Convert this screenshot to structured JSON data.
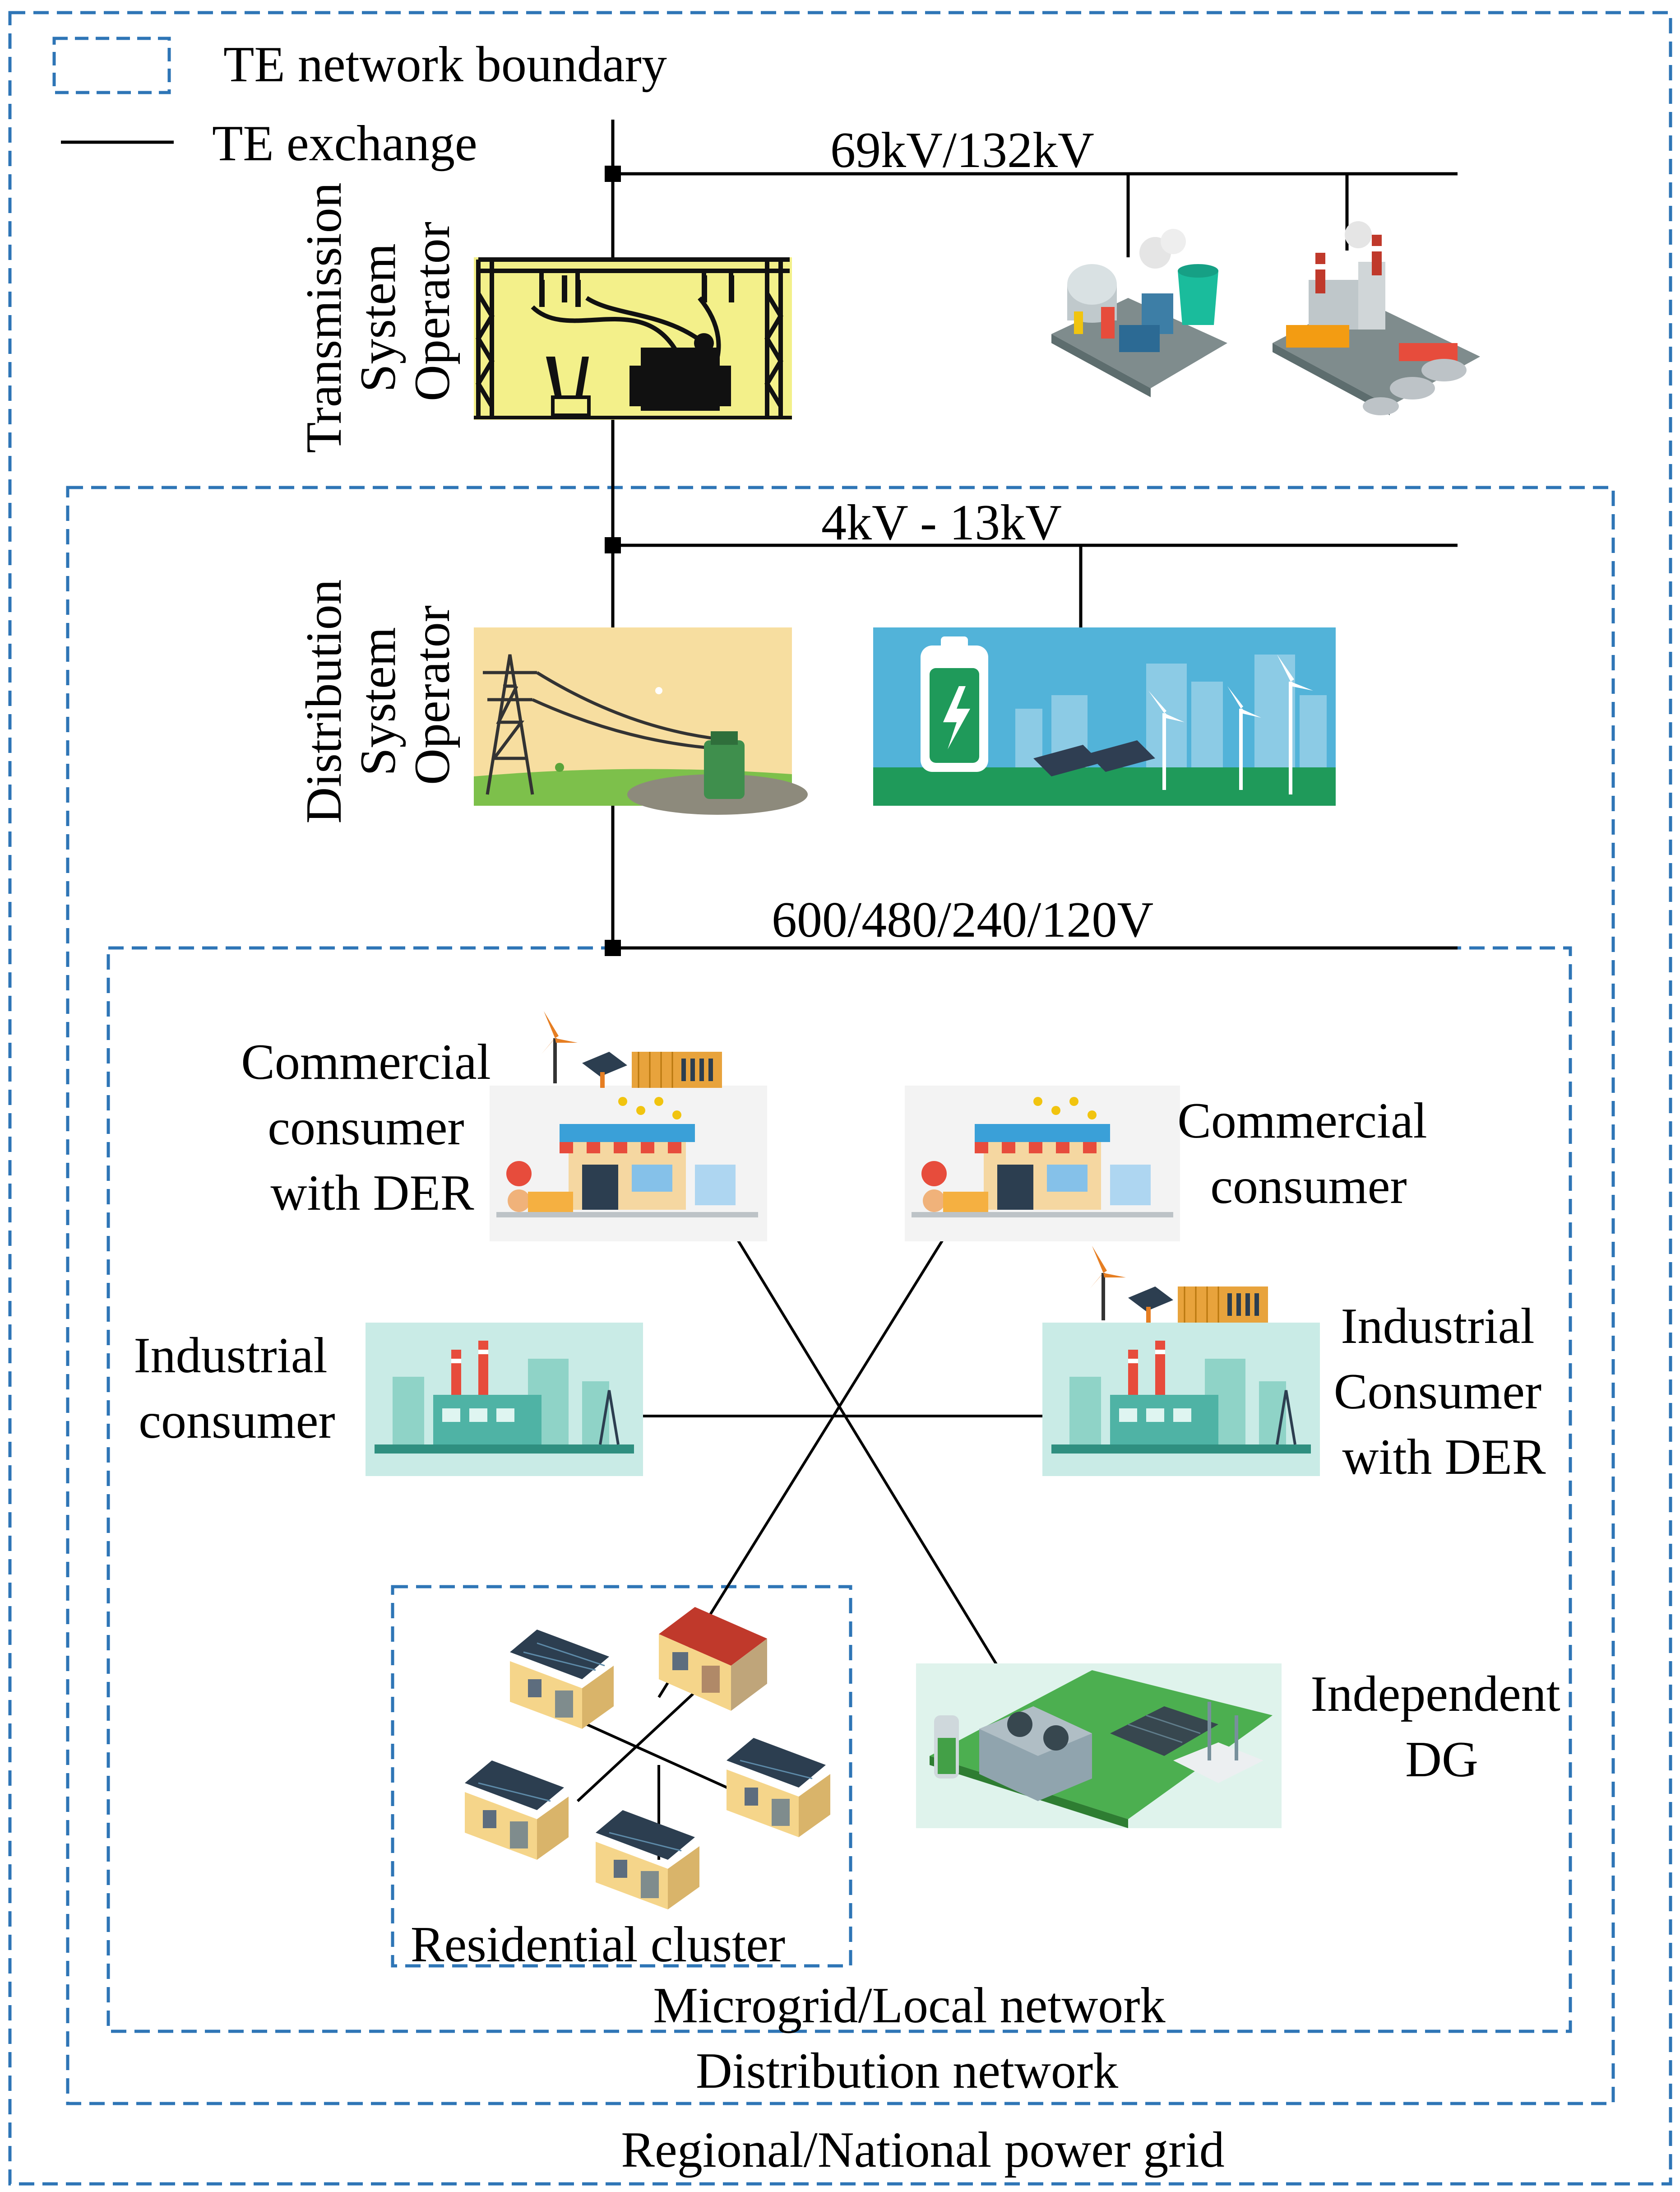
{
  "legend": {
    "boundary_label": "TE network boundary",
    "exchange_label": "TE exchange"
  },
  "voltages": {
    "transmission": "69kV/132kV",
    "distribution": "4kV - 13kV",
    "low_voltage": "600/480/240/120V"
  },
  "operators": {
    "tso": [
      "Transmission",
      "System",
      "Operator"
    ],
    "dso": [
      "Distribution",
      "System",
      "Operator"
    ]
  },
  "nodes": {
    "commercial_der": [
      "Commercial",
      "consumer",
      "with DER"
    ],
    "commercial": [
      "Commercial",
      "consumer"
    ],
    "industrial": [
      "Industrial",
      "consumer"
    ],
    "industrial_der": [
      "Industrial",
      "Consumer",
      "with DER"
    ],
    "independent_dg": [
      "Independent",
      "DG"
    ],
    "residential_cluster": "Residential cluster"
  },
  "boundaries": {
    "microgrid": "Microgrid/Local network",
    "distribution": "Distribution network",
    "regional": "Regional/National power grid"
  },
  "colors": {
    "boundary": "#2e75b6",
    "line": "#000000"
  }
}
